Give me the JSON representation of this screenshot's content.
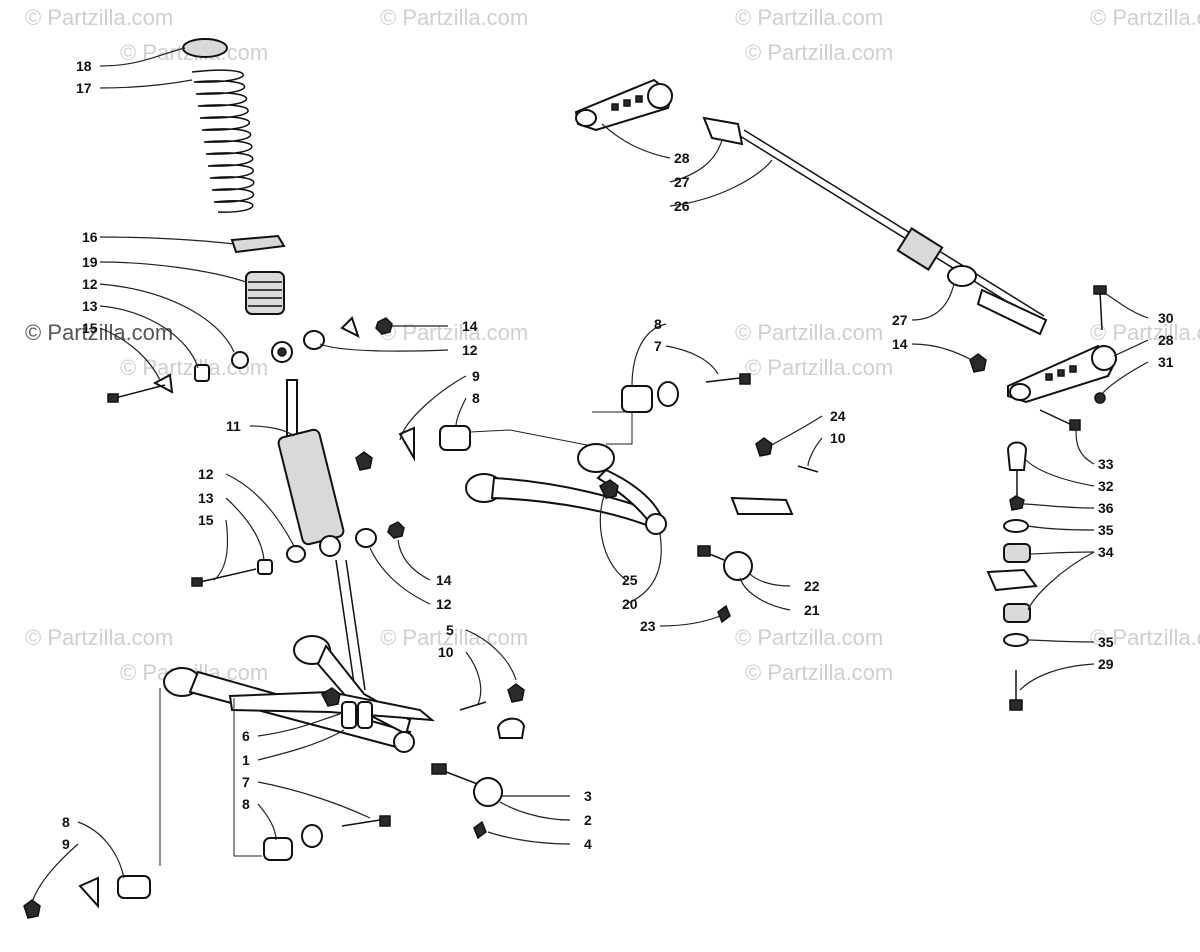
{
  "watermark": {
    "text": "© Partzilla.com"
  },
  "callouts": {
    "c18": "18",
    "c17": "17",
    "c16": "16",
    "c19": "19",
    "c12a": "12",
    "c13a": "13",
    "c15a": "15",
    "c14a": "14",
    "c12b": "12",
    "c11": "11",
    "c12c": "12",
    "c13b": "13",
    "c15b": "15",
    "c14b": "14",
    "c12d": "12",
    "c9a": "9",
    "c8a": "8",
    "c5": "5",
    "c10a": "10",
    "c6": "6",
    "c1": "1",
    "c7a": "7",
    "c8b": "8",
    "c3": "3",
    "c2": "2",
    "c4": "4",
    "c8c": "8",
    "c9b": "9",
    "c8d": "8",
    "c7b": "7",
    "c24": "24",
    "c10b": "10",
    "c25": "25",
    "c20": "20",
    "c22": "22",
    "c21": "21",
    "c23": "23",
    "c28a": "28",
    "c27a": "27",
    "c26": "26",
    "c27b": "27",
    "c14c": "14",
    "c30": "30",
    "c28b": "28",
    "c31": "31",
    "c33": "33",
    "c32": "32",
    "c36": "36",
    "c35a": "35",
    "c34": "34",
    "c35b": "35",
    "c29": "29"
  }
}
